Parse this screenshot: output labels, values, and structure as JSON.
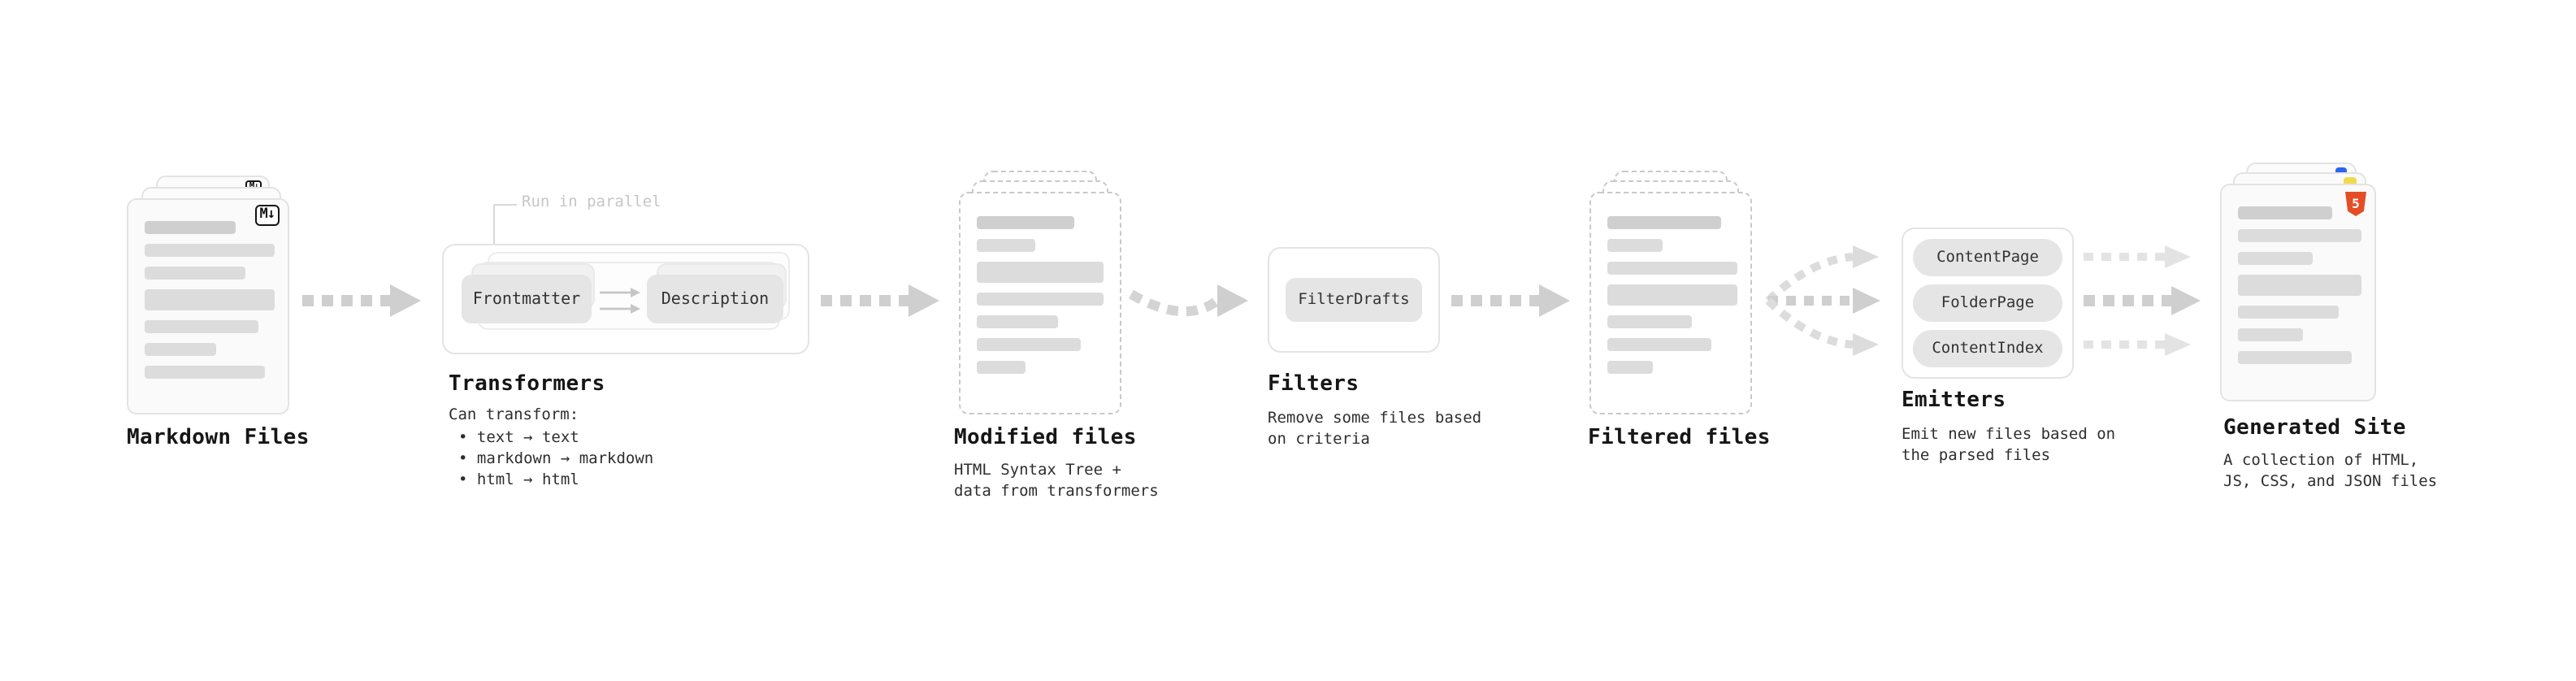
{
  "pipeline": {
    "markdown_files": {
      "label": "Markdown Files",
      "badge": "M↓"
    },
    "transformers": {
      "label": "Transformers",
      "annotation": "Run in parallel",
      "button1": "Frontmatter",
      "button2": "Description",
      "desc_title": "Can transform:",
      "bullet1": "• text → text",
      "bullet2": "• markdown → markdown",
      "bullet3": "• html → html"
    },
    "modified_files": {
      "label": "Modified files",
      "desc1": "HTML Syntax Tree +",
      "desc2": "data from transformers"
    },
    "filters": {
      "label": "Filters",
      "button1": "FilterDrafts",
      "desc1": "Remove some files based",
      "desc2": "on criteria"
    },
    "filtered_files": {
      "label": "Filtered files"
    },
    "emitters": {
      "label": "Emitters",
      "button1": "ContentPage",
      "button2": "FolderPage",
      "button3": "ContentIndex",
      "desc1": "Emit new files based on",
      "desc2": "the parsed files"
    },
    "generated_site": {
      "label": "Generated Site",
      "badge": "5",
      "desc1": "A collection of HTML,",
      "desc2": "JS, CSS, and JSON files"
    },
    "colors": {
      "arrow": "#cfcfcf",
      "arrow_light": "#e0e0e0",
      "html5_orange": "#e44d26",
      "js_yellow": "#f0db4f",
      "css_blue": "#2965f1"
    }
  }
}
